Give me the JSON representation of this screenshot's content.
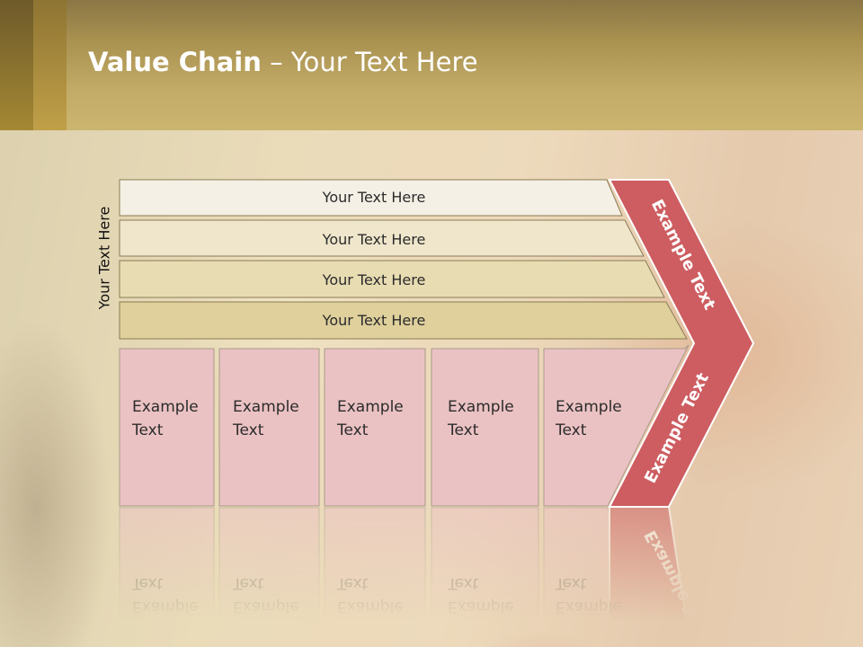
{
  "title": {
    "bold": "Value Chain",
    "rest": " – Your Text Here"
  },
  "side_label": "Your Text Here",
  "bars": [
    {
      "label": "Your Text Here",
      "fill": "#f4f0e5"
    },
    {
      "label": "Your Text Here",
      "fill": "#efe6cb"
    },
    {
      "label": "Your Text Here",
      "fill": "#e8dcb2"
    },
    {
      "label": "Your Text Here",
      "fill": "#dfd09c"
    }
  ],
  "boxes": [
    {
      "line1": "Example",
      "line2": "Text"
    },
    {
      "line1": "Example",
      "line2": "Text"
    },
    {
      "line1": "Example",
      "line2": "Text"
    },
    {
      "line1": "Example",
      "line2": "Text"
    },
    {
      "line1": "Example",
      "line2": "Text"
    }
  ],
  "arrow": {
    "upper_label": "Example Text",
    "lower_label": "Example Text"
  },
  "colors": {
    "box_fill": "#ebc2c3",
    "arrow_fill": "#cd5d61",
    "bar_stroke": "#8c7b55"
  }
}
